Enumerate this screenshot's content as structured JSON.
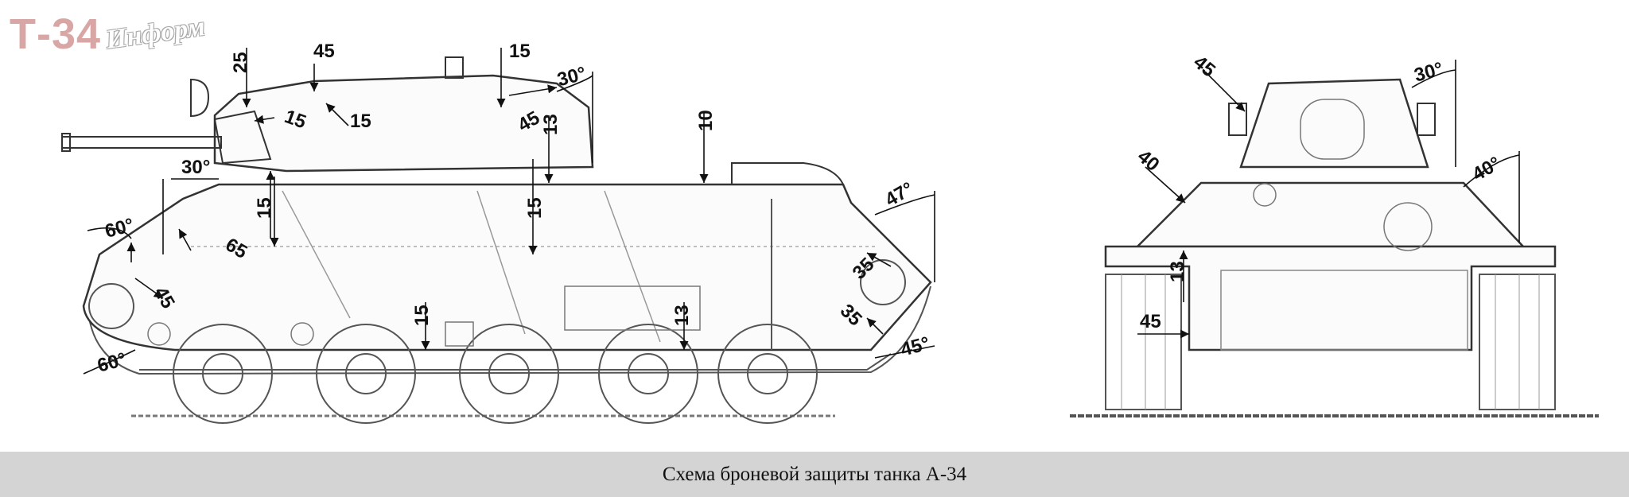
{
  "logo": {
    "main": "Т-34",
    "sub": "Информ"
  },
  "caption": "Схема броневой защиты танка А-34",
  "side_view": {
    "labels": [
      {
        "id": "s25",
        "text": "25"
      },
      {
        "id": "s45a",
        "text": "45"
      },
      {
        "id": "s15a",
        "text": "15"
      },
      {
        "id": "s15b",
        "text": "15"
      },
      {
        "id": "s15c",
        "text": "15"
      },
      {
        "id": "s45b",
        "text": "45"
      },
      {
        "id": "s30a",
        "text": "30°"
      },
      {
        "id": "s13a",
        "text": "13"
      },
      {
        "id": "s10",
        "text": "10"
      },
      {
        "id": "s30b",
        "text": "30°"
      },
      {
        "id": "s15d",
        "text": "15"
      },
      {
        "id": "s15e",
        "text": "15"
      },
      {
        "id": "s47",
        "text": "47°"
      },
      {
        "id": "s60a",
        "text": "60°"
      },
      {
        "id": "s65",
        "text": "65"
      },
      {
        "id": "s45c",
        "text": "45"
      },
      {
        "id": "s35a",
        "text": "35"
      },
      {
        "id": "s35b",
        "text": "35"
      },
      {
        "id": "s15f",
        "text": "15"
      },
      {
        "id": "s13b",
        "text": "13"
      },
      {
        "id": "s60b",
        "text": "60°"
      },
      {
        "id": "s45d",
        "text": "45°"
      }
    ]
  },
  "front_view": {
    "labels": [
      {
        "id": "f45",
        "text": "45"
      },
      {
        "id": "f30",
        "text": "30°"
      },
      {
        "id": "f40a",
        "text": "40"
      },
      {
        "id": "f40b",
        "text": "40°"
      },
      {
        "id": "f13",
        "text": "13"
      },
      {
        "id": "f45b",
        "text": "45"
      }
    ]
  }
}
